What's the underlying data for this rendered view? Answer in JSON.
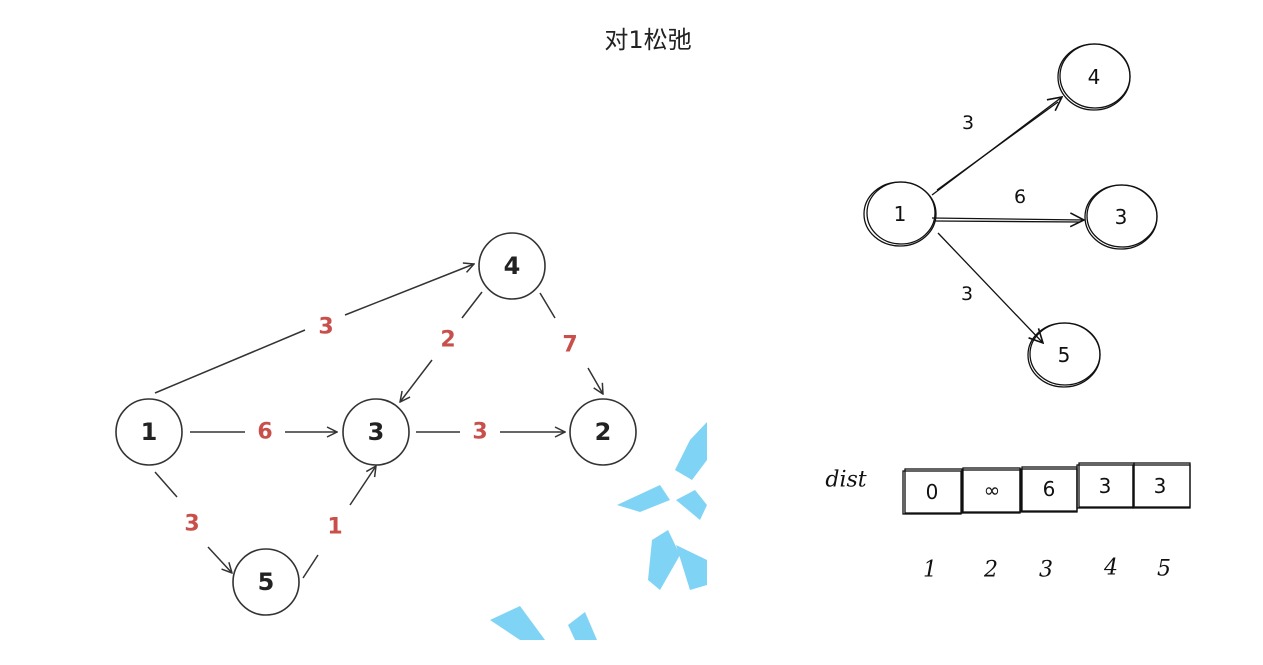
{
  "title": "对1松弛",
  "left_graph": {
    "nodes": [
      {
        "id": "n1",
        "label": "1"
      },
      {
        "id": "n2",
        "label": "2"
      },
      {
        "id": "n3",
        "label": "3"
      },
      {
        "id": "n4",
        "label": "4"
      },
      {
        "id": "n5",
        "label": "5"
      }
    ],
    "edges": [
      {
        "from": "1",
        "to": "4",
        "weight": "3"
      },
      {
        "from": "1",
        "to": "3",
        "weight": "6"
      },
      {
        "from": "1",
        "to": "5",
        "weight": "3"
      },
      {
        "from": "4",
        "to": "3",
        "weight": "2"
      },
      {
        "from": "4",
        "to": "2",
        "weight": "7"
      },
      {
        "from": "3",
        "to": "2",
        "weight": "3"
      },
      {
        "from": "5",
        "to": "3",
        "weight": "1"
      }
    ],
    "colors": {
      "weight": "#c9504a",
      "stroke": "#333333"
    }
  },
  "right_graph": {
    "nodes": [
      {
        "id": "r1",
        "label": "1"
      },
      {
        "id": "r4",
        "label": "4"
      },
      {
        "id": "r3",
        "label": "3"
      },
      {
        "id": "r5",
        "label": "5"
      }
    ],
    "edges": [
      {
        "from": "1",
        "to": "4",
        "weight": "3"
      },
      {
        "from": "1",
        "to": "3",
        "weight": "6"
      },
      {
        "from": "1",
        "to": "5",
        "weight": "3"
      }
    ]
  },
  "dist": {
    "label": "dist",
    "values": [
      "0",
      "∞",
      "6",
      "3",
      "3"
    ],
    "indices": [
      "1",
      "2",
      "3",
      "4",
      "5"
    ]
  }
}
